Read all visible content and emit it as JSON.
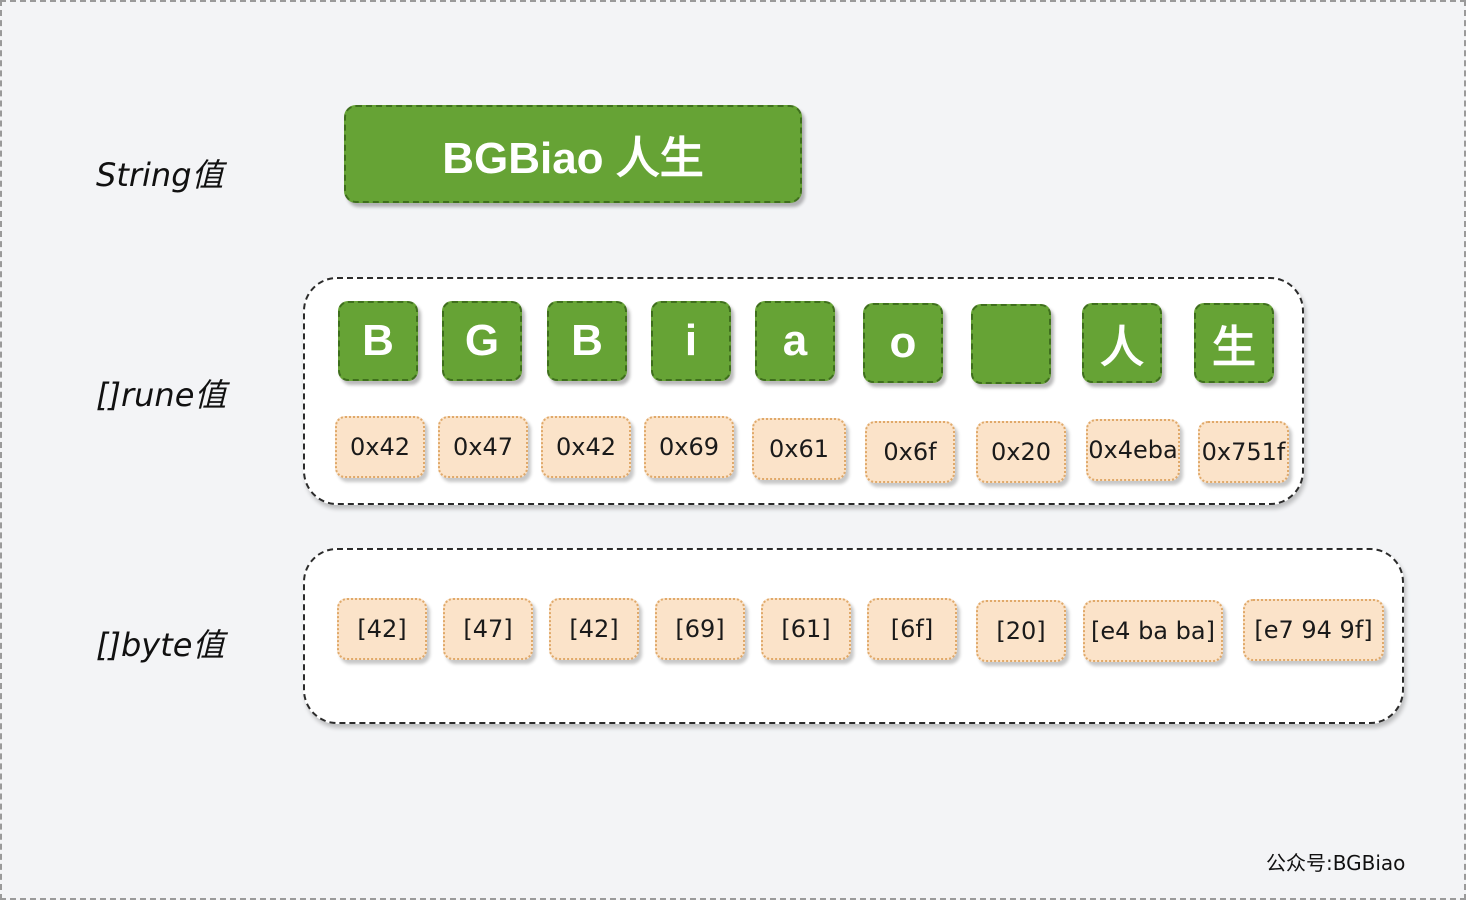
{
  "labels": {
    "string": "String值",
    "rune": "[]rune值",
    "byte": "[]byte值"
  },
  "string_value": "BGBiao 人生",
  "rune_chars": [
    "B",
    "G",
    "B",
    "i",
    "a",
    "o",
    " ",
    "人",
    "生"
  ],
  "rune_codes": [
    "0x42",
    "0x47",
    "0x42",
    "0x69",
    "0x61",
    "0x6f",
    "0x20",
    "0x4eba",
    "0x751f"
  ],
  "byte_values": [
    "[42]",
    "[47]",
    "[42]",
    "[69]",
    "[61]",
    "[6f]",
    "[20]",
    "[e4 ba ba]",
    "[e7 94 9f]"
  ],
  "watermark": "公众号:BGBiao",
  "colors": {
    "char_cell": "#66a335",
    "code_cell": "#fbe3c9",
    "background": "#f3f4f6"
  }
}
